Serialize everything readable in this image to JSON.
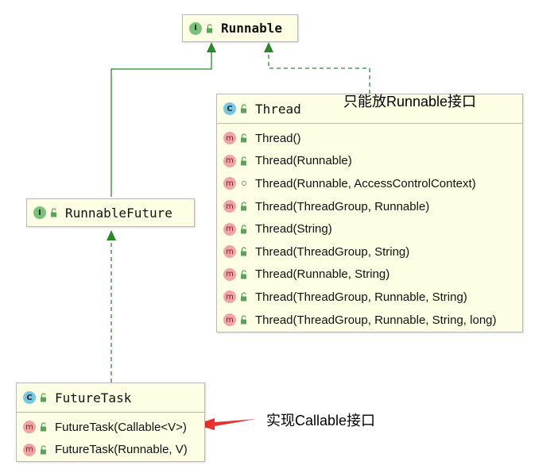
{
  "nodes": {
    "runnable": {
      "kind": "interface",
      "badge": "I",
      "name": "Runnable"
    },
    "runnable_future": {
      "kind": "interface",
      "badge": "I",
      "name": "RunnableFuture"
    },
    "thread": {
      "kind": "class",
      "badge": "C",
      "name": "Thread",
      "methods": [
        {
          "badge": "m",
          "visibility": "public",
          "label": "Thread()"
        },
        {
          "badge": "m",
          "visibility": "public",
          "label": "Thread(Runnable)"
        },
        {
          "badge": "m",
          "visibility": "package",
          "label": "Thread(Runnable, AccessControlContext)"
        },
        {
          "badge": "m",
          "visibility": "public",
          "label": "Thread(ThreadGroup, Runnable)"
        },
        {
          "badge": "m",
          "visibility": "public",
          "label": "Thread(String)"
        },
        {
          "badge": "m",
          "visibility": "public",
          "label": "Thread(ThreadGroup, String)"
        },
        {
          "badge": "m",
          "visibility": "public",
          "label": "Thread(Runnable, String)"
        },
        {
          "badge": "m",
          "visibility": "public",
          "label": "Thread(ThreadGroup, Runnable, String)"
        },
        {
          "badge": "m",
          "visibility": "public",
          "label": "Thread(ThreadGroup, Runnable, String, long)"
        }
      ]
    },
    "future_task": {
      "kind": "class",
      "badge": "C",
      "name": "FutureTask",
      "methods": [
        {
          "badge": "m",
          "visibility": "public",
          "label": "FutureTask(Callable<V>)"
        },
        {
          "badge": "m",
          "visibility": "public",
          "label": "FutureTask(Runnable, V)"
        }
      ]
    }
  },
  "annotations": {
    "thread_note": "只能放Runnable接口",
    "futuretask_note": "实现Callable接口"
  },
  "colors": {
    "box_fill": "#fefee4",
    "edge_green": "#2a8a2a",
    "arrow_red": "#e8302c"
  }
}
